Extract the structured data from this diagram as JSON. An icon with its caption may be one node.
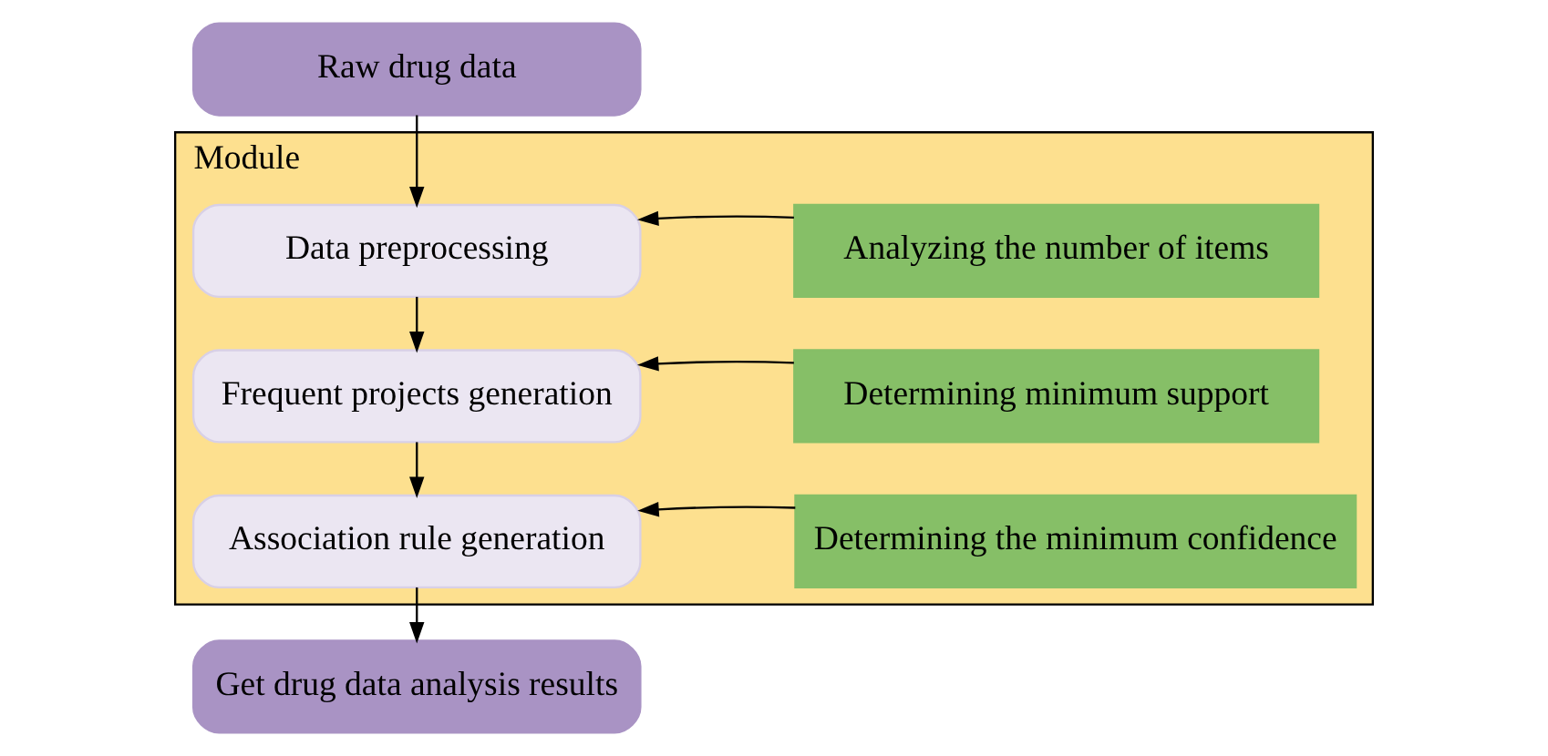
{
  "diagram": {
    "nodes": [
      {
        "text": [
          "Raw drug data"
        ]
      },
      {
        "text": [
          "Module"
        ]
      },
      {
        "text": [
          "Data preprocessing"
        ],
        "in": 1
      },
      {
        "text": [
          "Analyzing the number of items"
        ],
        "in": 1
      },
      {
        "text": [
          "Frequent projects generation"
        ],
        "in": 1
      },
      {
        "text": [
          "Determining minimum support"
        ],
        "in": 1
      },
      {
        "text": [
          "Association rule generation"
        ],
        "in": 1
      },
      {
        "text": [
          "Determining the minimum confidence"
        ],
        "in": 1
      },
      {
        "text": [
          "Get drug data analysis results"
        ]
      }
    ],
    "edges": [
      {
        "from": 0,
        "to": 2,
        "arrow": "to"
      },
      {
        "from": 2,
        "to": 4,
        "arrow": "to"
      },
      {
        "from": 4,
        "to": 6,
        "arrow": "to"
      },
      {
        "from": 6,
        "to": 8,
        "arrow": "to"
      },
      {
        "from": 3,
        "to": 2,
        "arrow": "to"
      },
      {
        "from": 5,
        "to": 4,
        "arrow": "to"
      },
      {
        "from": 7,
        "to": 6,
        "arrow": "to"
      }
    ]
  }
}
